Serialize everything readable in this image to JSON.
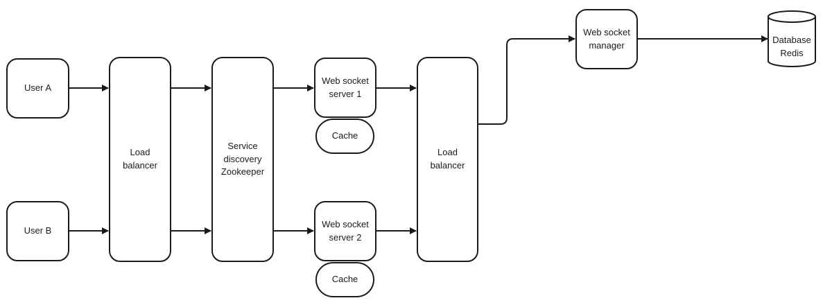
{
  "nodes": {
    "user_a": "User A",
    "user_b": "User B",
    "load_balancer_1": "Load\nbalancer",
    "service_discovery": "Service\ndiscovery\nZookeeper",
    "ws_server_1": "Web socket\nserver 1",
    "cache_1": "Cache",
    "ws_server_2": "Web socket\nserver 2",
    "cache_2": "Cache",
    "load_balancer_2": "Load\nbalancer",
    "ws_manager": "Web socket\nmanager",
    "database": "Database\nRedis"
  },
  "edges": [
    {
      "from": "User A",
      "to": "Load balancer (1)"
    },
    {
      "from": "User B",
      "to": "Load balancer (1)"
    },
    {
      "from": "Load balancer (1)",
      "to": "Service discovery Zookeeper"
    },
    {
      "from": "Load balancer (1)",
      "to": "Service discovery Zookeeper"
    },
    {
      "from": "Service discovery Zookeeper",
      "to": "Web socket server 1"
    },
    {
      "from": "Service discovery Zookeeper",
      "to": "Web socket server 2"
    },
    {
      "from": "Web socket server 1",
      "to": "Load balancer (2)"
    },
    {
      "from": "Web socket server 2",
      "to": "Load balancer (2)"
    },
    {
      "from": "Load balancer (2)",
      "to": "Web socket manager"
    },
    {
      "from": "Web socket manager",
      "to": "Database Redis"
    }
  ],
  "colors": {
    "stroke": "#1a1a1a",
    "background": "#ffffff"
  }
}
